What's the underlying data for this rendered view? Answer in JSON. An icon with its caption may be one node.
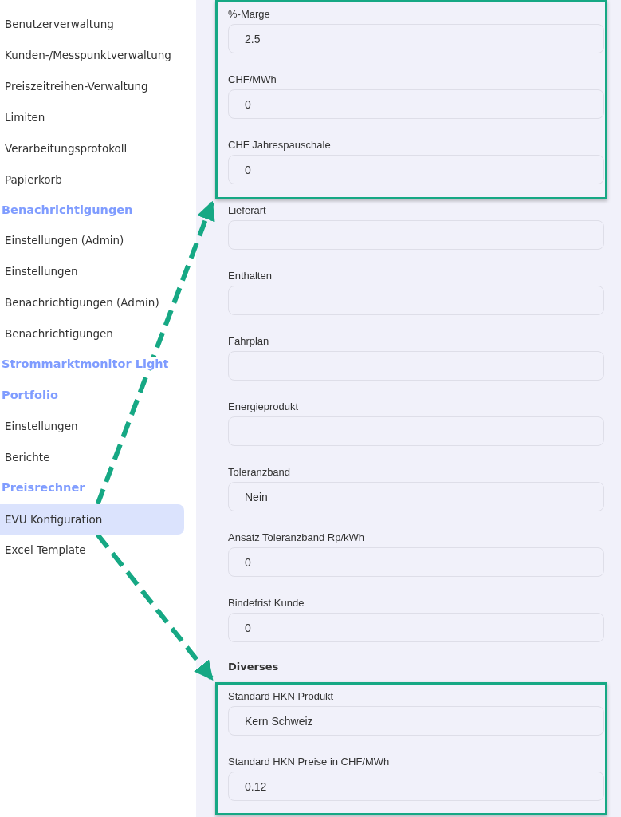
{
  "diagram": {
    "nodes": [
      {
        "text": [
          "EVU Konfiguration"
        ]
      },
      {
        "text": [],
        "shape": "box"
      },
      {
        "text": [
          "%-Marge",
          "2.5"
        ],
        "in": 1
      },
      {
        "text": [
          "CHF/MWh",
          "0"
        ],
        "in": 1
      },
      {
        "text": [
          "CHF Jahrespauschale",
          "0"
        ],
        "in": 1
      },
      {
        "text": [
          "Lieferart"
        ]
      },
      {
        "text": [
          "Enthalten"
        ]
      },
      {
        "text": [
          "Fahrplan"
        ]
      },
      {
        "text": [
          "Energieprodukt"
        ]
      },
      {
        "text": [
          "Toleranzband",
          "Nein"
        ]
      },
      {
        "text": [
          "Ansatz Toleranzband Rp/kWh",
          "0"
        ]
      },
      {
        "text": [
          "Bindefrist Kunde",
          "0"
        ]
      },
      {
        "text": [],
        "shape": "box"
      },
      {
        "text": [
          "Standard HKN Produkt",
          "Kern Schweiz"
        ],
        "in": 12
      },
      {
        "text": [
          "Standard HKN Preise in CHF/MWh",
          "0.12"
        ],
        "in": 12
      }
    ],
    "edges": [
      {
        "from": 0,
        "to": 1,
        "arrow": "to",
        "style": "dashed"
      },
      {
        "from": 0,
        "to": 12,
        "arrow": "to",
        "style": "dashed"
      }
    ],
    "labels": [
      "Benutzerverwaltung",
      "Kunden-/Messpunktverwaltung",
      "Preiszeitreihen-Verwaltung",
      "Limiten",
      "Verarbeitungsprotokoll",
      "Papierkorb",
      "Benachrichtigungen",
      "Einstellungen (Admin)",
      "Einstellungen",
      "Benachrichtigungen (Admin)",
      "Benachrichtigungen",
      "Strommarktmonitor Light",
      "Portfolio",
      "Einstellungen",
      "Berichte",
      "Preisrechner",
      "Excel Template",
      "Diverses"
    ]
  }
}
